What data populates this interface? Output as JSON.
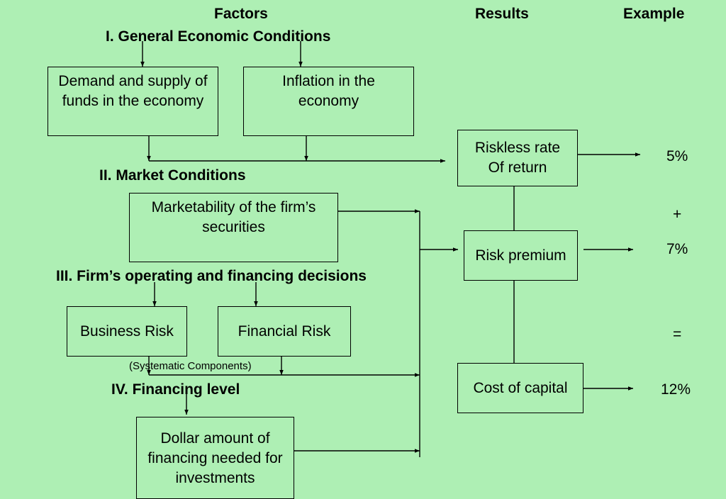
{
  "headers": {
    "factors": "Factors",
    "results": "Results",
    "example": "Example"
  },
  "sections": {
    "general": "I.  General Economic Conditions",
    "market": "II.  Market Conditions",
    "firm": "III.  Firm’s operating and financing decisions",
    "financing": "IV.  Financing level"
  },
  "factors": {
    "demand_supply": "Demand and supply of funds in the economy",
    "inflation": "Inflation in the economy",
    "marketability": "Marketability of the firm’s securities",
    "business_risk": "Business Risk",
    "financial_risk": "Financial Risk",
    "systematic_note": "(Systematic Components)",
    "dollar_amount": "Dollar amount of financing needed for investments"
  },
  "results": {
    "riskless_rate": "Riskless rate Of return",
    "risk_premium": "Risk premium",
    "cost_of_capital": "Cost of capital"
  },
  "example": {
    "riskless_value": "5%",
    "plus": "+",
    "premium_value": "7%",
    "equals": "=",
    "cost_value": "12%"
  }
}
